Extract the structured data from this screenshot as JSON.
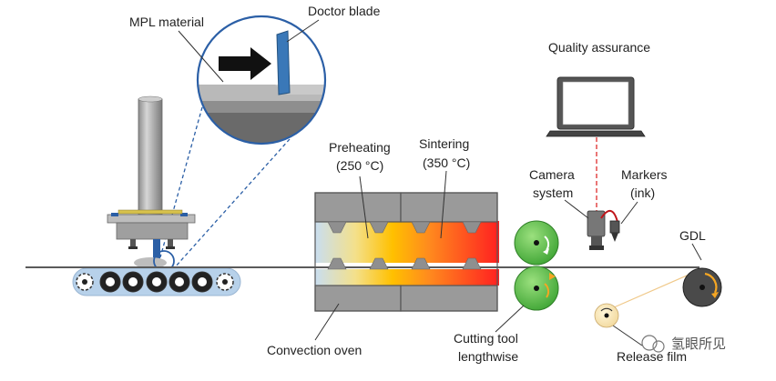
{
  "labels": {
    "mpl_material": "MPL material",
    "doctor_blade": "Doctor blade",
    "quality_assurance": "Quality assurance",
    "preheating_line1": "Preheating",
    "preheating_line2": "(250 °C)",
    "sintering_line1": "Sintering",
    "sintering_line2": "(350 °C)",
    "camera_line1": "Camera",
    "camera_line2": "system",
    "markers_line1": "Markers",
    "markers_line2": "(ink)",
    "gdl": "GDL",
    "convection_oven": "Convection oven",
    "cutting_line1": "Cutting tool",
    "cutting_line2": "lengthwise",
    "release_film": "Release film"
  },
  "watermark": "氢眼所见",
  "colors": {
    "oven_cold": "#c7dcec",
    "oven_warm": "#ffc000",
    "oven_hot": "#ff2a2a",
    "cutter_green": "#5ec24a",
    "laser_red": "#e23b3b",
    "conveyor_blue": "#a9c8e6",
    "roll_arrow": "#f5a623"
  }
}
